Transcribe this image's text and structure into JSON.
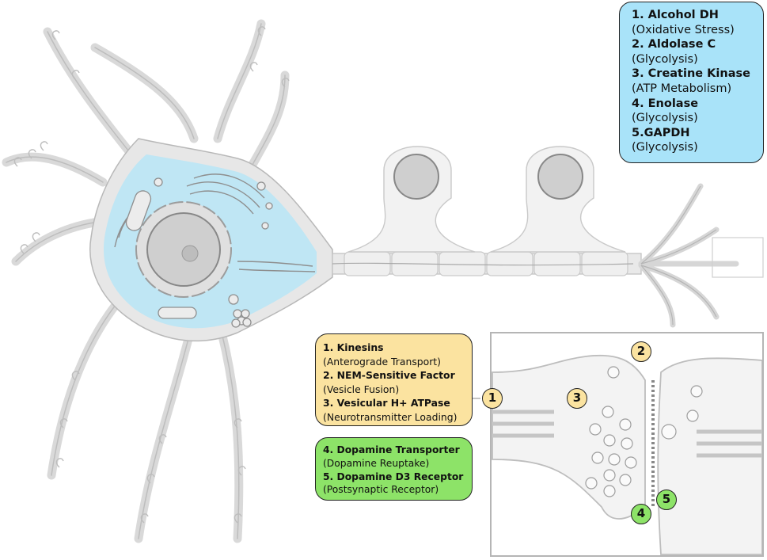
{
  "legend_top": {
    "items": [
      {
        "name": "1. Alcohol DH",
        "desc": "(Oxidative Stress)"
      },
      {
        "name": "2. Aldolase C",
        "desc": "(Glycolysis)"
      },
      {
        "name": "3. Creatine Kinase",
        "desc": "(ATP Metabolism)"
      },
      {
        "name": "4. Enolase",
        "desc": "(Glycolysis)"
      },
      {
        "name": "5.GAPDH",
        "desc": "(Glycolysis)"
      }
    ]
  },
  "legend_presynaptic": {
    "items": [
      {
        "name": "1. Kinesins",
        "desc": "(Anterograde Transport)"
      },
      {
        "name": "2. NEM-Sensitive Factor",
        "desc": "(Vesicle Fusion)"
      },
      {
        "name": "3. Vesicular H+ ATPase",
        "desc": "(Neurotransmitter Loading)"
      }
    ]
  },
  "legend_postsynaptic": {
    "items": [
      {
        "name": "4. Dopamine Transporter",
        "desc": "(Dopamine Reuptake)"
      },
      {
        "name": "5. Dopamine D3 Receptor",
        "desc": "(Postsynaptic Receptor)"
      }
    ]
  },
  "markers": [
    {
      "label": "1",
      "group": "presynaptic"
    },
    {
      "label": "2",
      "group": "presynaptic"
    },
    {
      "label": "3",
      "group": "presynaptic"
    },
    {
      "label": "4",
      "group": "postsynaptic"
    },
    {
      "label": "5",
      "group": "postsynaptic"
    }
  ],
  "colors": {
    "cytoplasm": "#bfe6f4",
    "membrane": "#e7e7e7",
    "outline": "#b8b8b8",
    "legend_top_fill": "#a9e3f9",
    "legend_presynaptic_fill": "#fbe3a0",
    "legend_postsynaptic_fill": "#8de368"
  }
}
